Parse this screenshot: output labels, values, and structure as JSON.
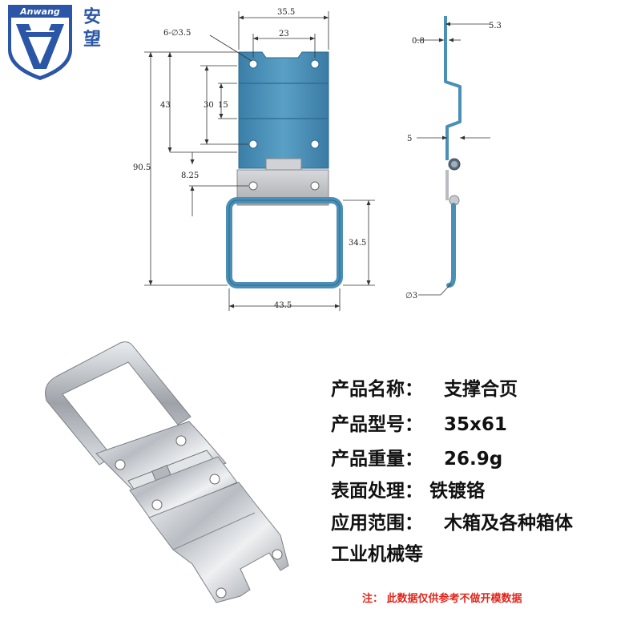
{
  "brand": {
    "name_latin": "Anwang",
    "name_cn_1": "安",
    "name_cn_2": "望",
    "color": "#2b55a6"
  },
  "dimensions": {
    "hole_spec": "6-∅3.5",
    "top_width": "35.5",
    "hole_spacing": "23",
    "total_height": "90.5",
    "hole_to_hinge": "43",
    "height_30": "30",
    "height_15": "15",
    "offset_8_25": "8.25",
    "ring_height": "34.5",
    "ring_width": "43.5",
    "thickness": "0.8",
    "step_depth": "5.3",
    "offset_5": "5",
    "wire_diameter": "∅3"
  },
  "product": {
    "name_label": "产品名称：",
    "name_value": "支撑合页",
    "model_label": "产品型号：",
    "model_value": "35x61",
    "weight_label": "产品重量：",
    "weight_value": "26.9g",
    "finish_label": "表面处理：",
    "finish_value": "铁镀铬",
    "usage_label": "应用范围：",
    "usage_value": "木箱及各种箱体",
    "usage_value_2": "工业机械等"
  },
  "note": "注： 此数据仅供参考不做开模数据",
  "colors": {
    "blue_part": "#4a8fb5",
    "steel": "#c9ccd1",
    "note_red": "#e1251b"
  }
}
